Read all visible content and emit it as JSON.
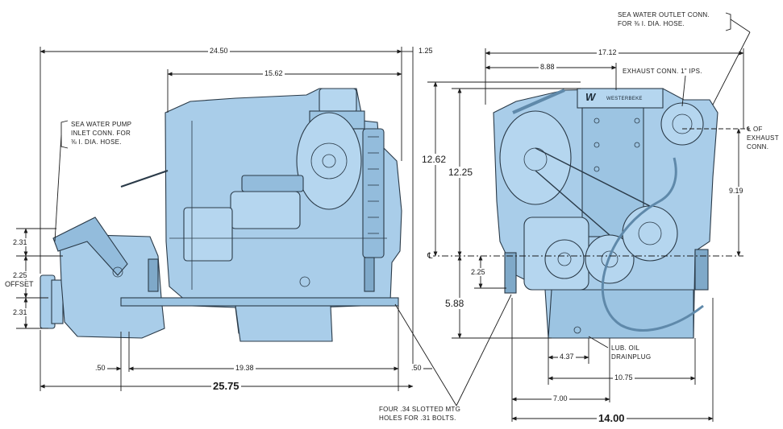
{
  "left_view": {
    "dims": {
      "overall_top": "24.50",
      "top_right": "1.25",
      "upper": "15.62",
      "a": "2.31",
      "offset_val": "2.25",
      "offset_word": "OFFSET",
      "b": "2.31",
      "left_small": ".50",
      "mount": "19.38",
      "right_small": ".50",
      "overall_bottom": "25.75"
    },
    "callouts": {
      "pump_inlet": [
        "SEA WATER PUMP",
        "INLET CONN. FOR",
        "⅜ I. DIA. HOSE."
      ]
    }
  },
  "right_view": {
    "dims": {
      "width_top": "17.12",
      "to_exhaust": "8.88",
      "height_total": "12.62",
      "height_to_cl": "12.25",
      "exhaust_height": "9.19",
      "mount_height": "2.25",
      "base_height": "5.88",
      "drain_offset": "4.37",
      "base_width": "10.75",
      "half_width": "7.00",
      "overall_width": "14.00"
    },
    "callouts": {
      "outlet": [
        "SEA WATER OUTLET CONN.",
        "FOR ⅜ I. DIA. HOSE."
      ],
      "exhaust": "EXHAUST CONN. 1\" IPS.",
      "exhaust_cl": [
        "℄ OF",
        "EXHAUST",
        "CONN."
      ],
      "drain": [
        "LUB. OIL",
        "DRAINPLUG"
      ],
      "cl_mark": "℄"
    },
    "brand": "WESTERBEKE",
    "logo": "W"
  },
  "bottom_note": [
    "FOUR .34 SLOTTED MTG",
    "HOLES FOR .31 BOLTS."
  ],
  "colors": {
    "engine": "#a9cde9",
    "engine_dark": "#7fa9c9",
    "line": "#1c1c1c"
  }
}
